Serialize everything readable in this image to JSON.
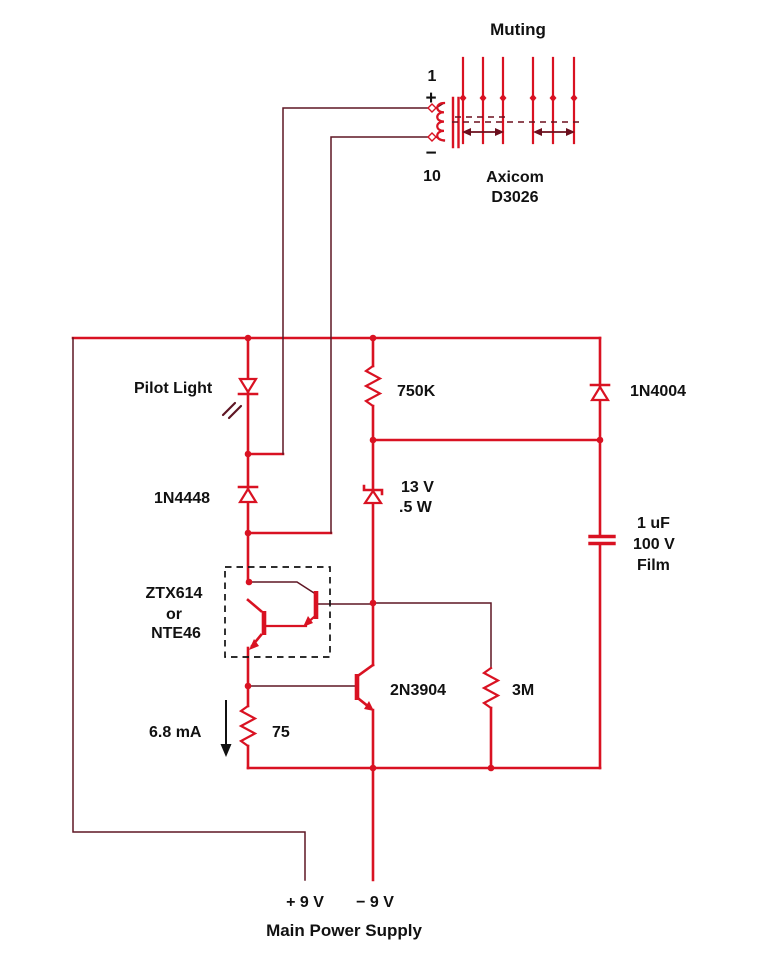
{
  "title": "Muting relay driver schematic",
  "colors": {
    "bg": "#ffffff",
    "wire_main": "#d91222",
    "wire_thin": "#5f1624",
    "dash_color": "#6b0f1d",
    "ink": "#111111"
  },
  "relay": {
    "function_label": "Muting",
    "pin_top": "1",
    "polarity_top": "+",
    "polarity_bottom": "−",
    "pin_bottom": "10",
    "part_line1": "Axicom",
    "part_line2": "D3026",
    "contact_count": 6
  },
  "components": {
    "pilot_light": "Pilot Light",
    "diode_left": "1N4448",
    "resistor_top": "750K",
    "diode_right": "1N4004",
    "zener_line1": "13 V",
    "zener_line2": ".5 W",
    "cap_line1": "1 uF",
    "cap_line2": "100 V",
    "cap_line3": "Film",
    "darlington_line1": "ZTX614",
    "darlington_line2": "or",
    "darlington_line3": "NTE46",
    "transistor": "2N3904",
    "resistor_bias": "3M",
    "current_label": "6.8 mA",
    "resistor_emitter": "75"
  },
  "power": {
    "positive": "+ 9 V",
    "negative": "− 9 V",
    "label": "Main Power Supply"
  }
}
